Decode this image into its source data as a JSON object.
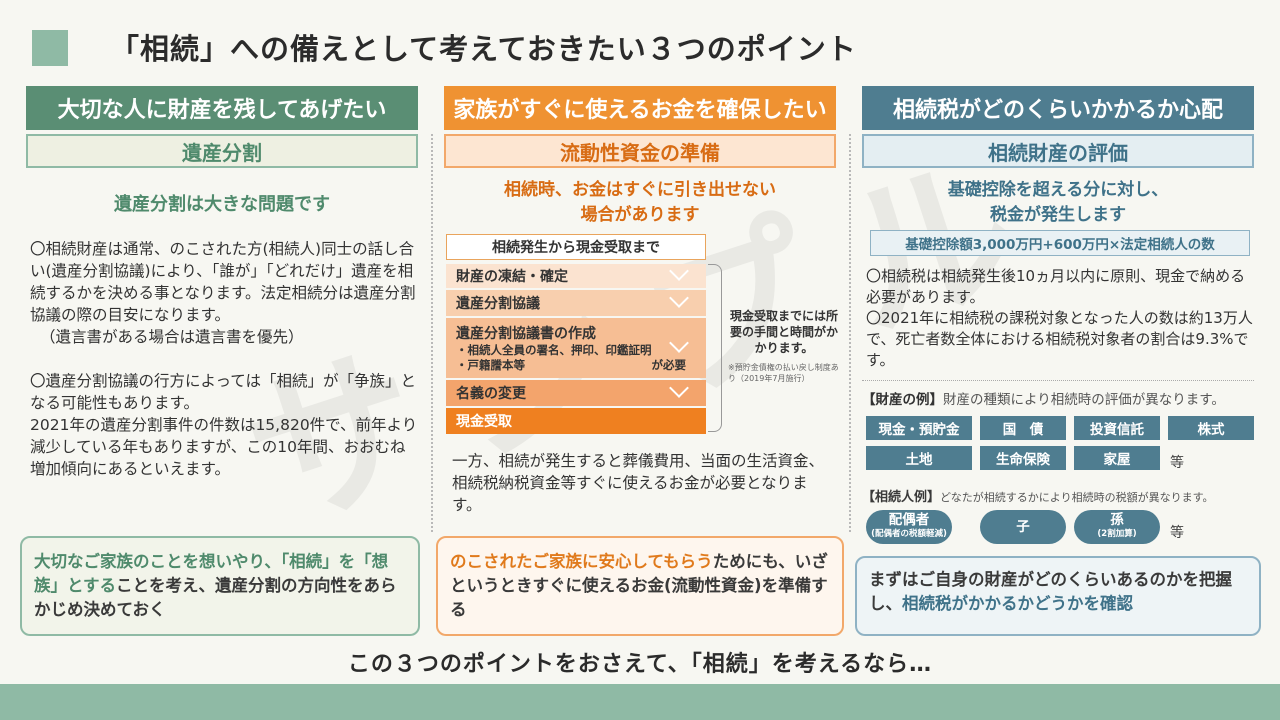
{
  "title": "「相続」への備えとして考えておきたい３つのポイント",
  "watermark": "サンプル",
  "col1": {
    "header": "大切な人に財産を残してあげたい",
    "sub": "遺産分割",
    "lead": "遺産分割は大きな問題です",
    "p1": "〇相続財産は通常、のこされた方(相続人)同士の話し合い(遺産分割協議)により、「誰が」「どれだけ」遺産を相続するかを決める事となります。法定相続分は遺産分割協議の際の目安になります。",
    "p1b": "（遺言書がある場合は遺言書を優先）",
    "p2": "〇遺産分割協議の行方によっては「相続」が「争族」となる可能性もあります。",
    "p3": "2021年の遺産分割事件の件数は15,820件で、前年より減少している年もありますが、この10年間、おおむね増加傾向にあるといえます。",
    "box_acc": "大切なご家族のことを想いやり、「相続」を「想族」とする",
    "box_rest": "ことを考え、遺産分割の方向性をあらかじめ決めておく"
  },
  "col2": {
    "header": "家族がすぐに使えるお金を確保したい",
    "sub": "流動性資金の準備",
    "lead1": "相続時、お金はすぐに引き出せない",
    "lead2": "場合があります",
    "flow_title": "相続発生から現金受取まで",
    "step1": "財産の凍結・確定",
    "step2": "遺産分割協議",
    "step3": "遺産分割協議書の作成",
    "step3_sub1": "・相続人全員の署名、押印、印鑑証明",
    "step3_sub2a": "・戸籍謄本等",
    "step3_sub2b": "が必要",
    "step4": "名義の変更",
    "step5": "現金受取",
    "brace_text": "現金受取までには所要の手間と時間がかかります。",
    "brace_note": "※預貯金債権の払い戻し制度あり（2019年7月施行）",
    "body": "一方、相続が発生すると葬儀費用、当面の生活資金、相続税納税資金等すぐに使えるお金が必要となります。",
    "box_acc": "のこされたご家族に安心してもらう",
    "box_rest": "ためにも、いざというときすぐに使えるお金(流動性資金)を準備する"
  },
  "col3": {
    "header": "相続税がどのくらいかかるか心配",
    "sub": "相続財産の評価",
    "lead1": "基礎控除を超える分に対し、",
    "lead2": "税金が発生します",
    "formula": "基礎控除額3,000万円+600万円×法定相続人の数",
    "p1": "〇相続税は相続発生後10ヵ月以内に原則、現金で納める必要があります。",
    "p2": "〇2021年に相続税の課税対象となった人の数は約13万人で、死亡者数全体における相続税対象者の割合は9.3%です。",
    "ex_label": "【財産の例】",
    "ex_note": "財産の種類により相続時の評価が異なります。",
    "assets": [
      "現金・預貯金",
      "国　債",
      "投資信託",
      "株式",
      "土地",
      "生命保険",
      "家屋"
    ],
    "etc": "等",
    "heir_label": "【相続人例】",
    "heir_note": "どなたが相続するかにより相続時の税額が異なります。",
    "heirs": [
      {
        "main": "配偶者",
        "sm": "(配偶者の税額軽減)"
      },
      {
        "main": "子",
        "sm": ""
      },
      {
        "main": "孫",
        "sm": "(2割加算)"
      }
    ],
    "box_pre": "まずはご自身の財産がどのくらいあるのかを把握し、",
    "box_acc": "相続税がかかるかどうかを確認"
  },
  "bottom": "この３つのポイントをおさえて、「相続」を考えるなら…",
  "colors": {
    "green": "#5a8e74",
    "orange": "#ef9232",
    "blue": "#4f7d90",
    "footer": "#8fbaa5"
  }
}
